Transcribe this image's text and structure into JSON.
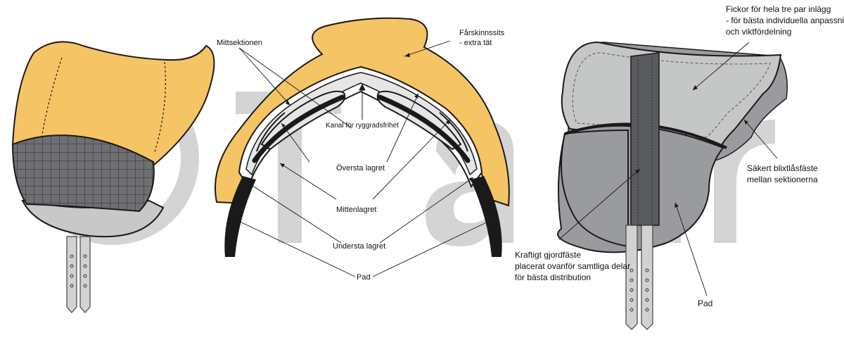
{
  "watermark": "Taur",
  "colors": {
    "sheepskin": "#F5C464",
    "outline": "#1a1a1a",
    "layer_light": "#E6E6E6",
    "pad_grey": "#9A9B9E",
    "pocket_grey": "#C5C6C6",
    "strap": "#5A5B5E",
    "grid_fill": "#6E6F72",
    "watermark_grey": "#CDCDCD"
  },
  "cross_section": {
    "mittsektionen": "Mittsektionen",
    "farskinnssits_line1": "Fårskinnssits",
    "farskinnssits_line2": "- extra tät",
    "kanal": "Kanal för ryggradsfrihet",
    "oversta": "Översta lagret",
    "mittenlagret": "Mittenlagret",
    "understa": "Understa lagret",
    "pad": "Pad"
  },
  "right_pad": {
    "fickor_line1": "Fickor för hela tre par inlägg",
    "fickor_line2": "- för bästa individuella anpassning",
    "fickor_line3": "och viktfördelning",
    "blixtlas_line1": "Säkert blixtlåsfäste",
    "blixtlas_line2": "mellan sektionerna",
    "gjord_line1": "Kraftigt gjordfäste",
    "gjord_line2": "placerat ovanför samtliga delar",
    "gjord_line3": "för bästa distribution",
    "pad": "Pad"
  }
}
